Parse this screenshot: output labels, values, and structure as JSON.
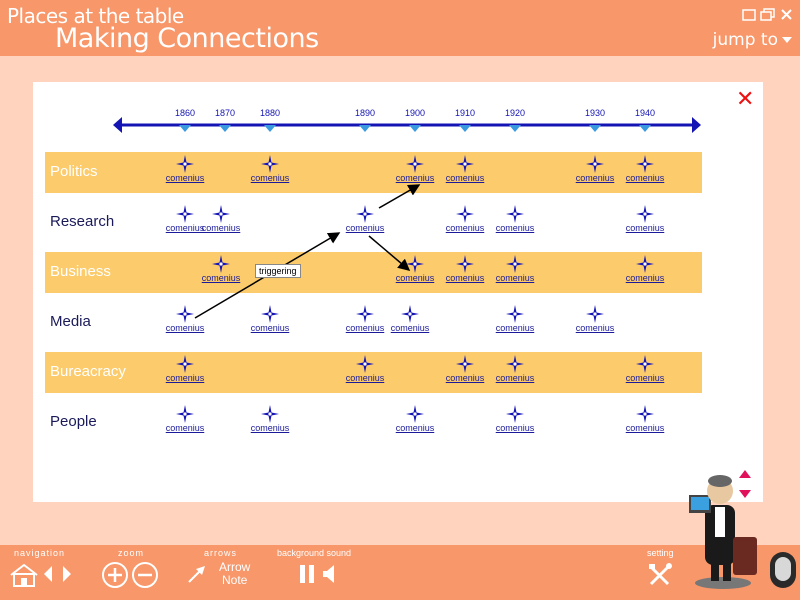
{
  "header": {
    "app_title": "Places at the table",
    "section_title": "Making Connections",
    "jump_to": "jump to"
  },
  "panel": {
    "close": "✕",
    "years": [
      "1860",
      "1870",
      "1880",
      "1890",
      "1900",
      "1910",
      "1920",
      "1930",
      "1940"
    ],
    "rows": [
      {
        "label": "Politics",
        "shaded": true,
        "markers": [
          {
            "year": 1860,
            "label": "comenius"
          },
          {
            "year": 1880,
            "label": "comenius"
          },
          {
            "year": 1900,
            "label": "comenius"
          },
          {
            "year": 1910,
            "label": "comenius"
          },
          {
            "year": 1930,
            "label": "comenius"
          },
          {
            "year": 1940,
            "label": "comenius"
          }
        ]
      },
      {
        "label": "Research",
        "shaded": false,
        "markers": [
          {
            "year": 1860,
            "label": "comenius"
          },
          {
            "year": 1869,
            "label": "comenius"
          },
          {
            "year": 1890,
            "label": "comenius"
          },
          {
            "year": 1910,
            "label": "comenius"
          },
          {
            "year": 1920,
            "label": "comenius"
          },
          {
            "year": 1940,
            "label": "comenius"
          }
        ]
      },
      {
        "label": "Business",
        "shaded": true,
        "markers": [
          {
            "year": 1869,
            "label": "comenius"
          },
          {
            "year": 1900,
            "label": "comenius"
          },
          {
            "year": 1910,
            "label": "comenius"
          },
          {
            "year": 1920,
            "label": "comenius"
          },
          {
            "year": 1940,
            "label": "comenius"
          }
        ]
      },
      {
        "label": "Media",
        "shaded": false,
        "markers": [
          {
            "year": 1860,
            "label": "comenius"
          },
          {
            "year": 1880,
            "label": "comenius"
          },
          {
            "year": 1890,
            "label": "comenius"
          },
          {
            "year": 1899,
            "label": "comenius"
          },
          {
            "year": 1920,
            "label": "comenius"
          },
          {
            "year": 1930,
            "label": "comenius"
          }
        ]
      },
      {
        "label": "Bureacracy",
        "shaded": true,
        "markers": [
          {
            "year": 1860,
            "label": "comenius"
          },
          {
            "year": 1890,
            "label": "comenius"
          },
          {
            "year": 1910,
            "label": "comenius"
          },
          {
            "year": 1920,
            "label": "comenius"
          },
          {
            "year": 1940,
            "label": "comenius"
          }
        ]
      },
      {
        "label": "People",
        "shaded": false,
        "markers": [
          {
            "year": 1860,
            "label": "comenius"
          },
          {
            "year": 1880,
            "label": "comenius"
          },
          {
            "year": 1900,
            "label": "comenius"
          },
          {
            "year": 1920,
            "label": "comenius"
          },
          {
            "year": 1940,
            "label": "comenius"
          }
        ]
      }
    ],
    "connection_note": "triggering"
  },
  "footer": {
    "navigation": "navigation",
    "zoom": "zoom",
    "arrows": "arrows",
    "arrow_note": "Arrow\nNote",
    "background_sound": "background sound",
    "setting": "setting"
  },
  "colors": {
    "header_bg": "#f7976a",
    "page_bg": "#ffd3bd",
    "band": "#fccb6b",
    "timeline": "#1414b4",
    "close": "#e11111"
  },
  "icons": [
    "home-icon",
    "back-arrow-icon",
    "forward-arrow-icon",
    "zoom-in-icon",
    "zoom-out-icon",
    "arrow-icon",
    "pause-icon",
    "speaker-icon",
    "tools-icon",
    "restore-window-icon",
    "maximize-window-icon",
    "close-window-icon"
  ]
}
